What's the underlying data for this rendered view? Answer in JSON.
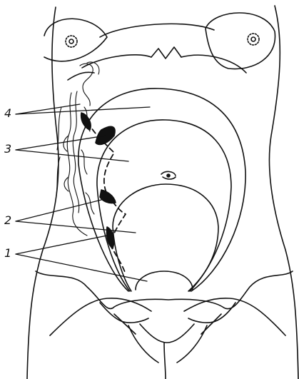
{
  "figure": {
    "stroke_color": "#111111",
    "background": "#ffffff",
    "callouts": [
      {
        "label": "1",
        "stage": 1
      },
      {
        "label": "2",
        "stage": 2
      },
      {
        "label": "3",
        "stage": 3
      },
      {
        "label": "4",
        "stage": 4
      }
    ]
  }
}
